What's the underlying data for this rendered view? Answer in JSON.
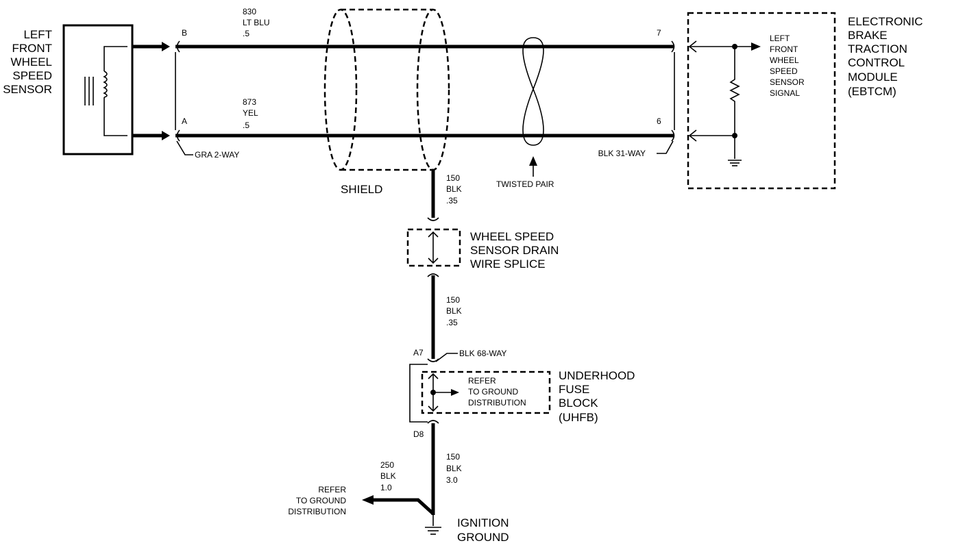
{
  "sensor": {
    "label_lines": [
      "LEFT",
      "FRONT",
      "WHEEL",
      "SPEED",
      "SENSOR"
    ],
    "connector": "GRA 2-WAY",
    "pin_top": "B",
    "pin_bottom": "A"
  },
  "wire_top": {
    "circuit": "830",
    "color": "LT BLU",
    "gauge": ".5"
  },
  "wire_bottom": {
    "circuit": "873",
    "color": "YEL",
    "gauge": ".5"
  },
  "shield": {
    "label": "SHIELD"
  },
  "twisted_pair": {
    "label": "TWISTED PAIR"
  },
  "module": {
    "label_lines": [
      "ELECTRONIC",
      "BRAKE",
      "TRACTION",
      "CONTROL",
      "MODULE",
      "(EBTCM)"
    ],
    "connector": "BLK 31-WAY",
    "pin_top": "7",
    "pin_bottom": "6",
    "signal_lines": [
      "LEFT",
      "FRONT",
      "WHEEL",
      "SPEED",
      "SENSOR",
      "SIGNAL"
    ]
  },
  "drain_wire_1": {
    "circuit": "150",
    "color": "BLK",
    "gauge": ".35"
  },
  "splice": {
    "label_lines": [
      "WHEEL SPEED",
      "SENSOR DRAIN",
      "WIRE SPLICE"
    ]
  },
  "drain_wire_2": {
    "circuit": "150",
    "color": "BLK",
    "gauge": ".35"
  },
  "uhfb": {
    "label_lines": [
      "UNDERHOOD",
      "FUSE",
      "BLOCK",
      "(UHFB)"
    ],
    "connector": "BLK 68-WAY",
    "pin_in": "A7",
    "pin_out": "D8",
    "refer_lines": [
      "REFER",
      "TO GROUND",
      "DISTRIBUTION"
    ]
  },
  "ground_wire": {
    "circuit": "150",
    "color": "BLK",
    "gauge": "3.0"
  },
  "branch_wire": {
    "circuit": "250",
    "color": "BLK",
    "gauge": "1.0"
  },
  "branch_refer_lines": [
    "REFER",
    "TO GROUND",
    "DISTRIBUTION"
  ],
  "ground": {
    "label_lines": [
      "IGNITION",
      "GROUND"
    ]
  }
}
